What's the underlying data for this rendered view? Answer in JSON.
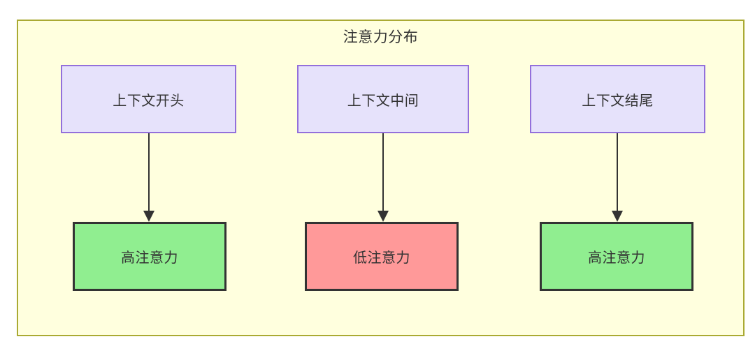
{
  "diagram": {
    "title": "注意力分布",
    "frame": {
      "fill": "#ffffde",
      "stroke": "#aaaa33"
    },
    "nodes": {
      "context_start": {
        "label": "上下文开头",
        "fill": "#e6e2fb",
        "stroke": "#9370db"
      },
      "context_middle": {
        "label": "上下文中间",
        "fill": "#e6e2fb",
        "stroke": "#9370db"
      },
      "context_end": {
        "label": "上下文结尾",
        "fill": "#e6e2fb",
        "stroke": "#9370db"
      },
      "attention_start": {
        "label": "高注意力",
        "fill": "#90ee90",
        "stroke": "#333333"
      },
      "attention_middle": {
        "label": "低注意力",
        "fill": "#ff9999",
        "stroke": "#333333"
      },
      "attention_end": {
        "label": "高注意力",
        "fill": "#90ee90",
        "stroke": "#333333"
      }
    },
    "edges": [
      {
        "from": "context_start",
        "to": "attention_start",
        "arrow": "arrow-down-icon"
      },
      {
        "from": "context_middle",
        "to": "attention_middle",
        "arrow": "arrow-down-icon"
      },
      {
        "from": "context_end",
        "to": "attention_end",
        "arrow": "arrow-down-icon"
      }
    ],
    "edge_color": "#333333"
  }
}
